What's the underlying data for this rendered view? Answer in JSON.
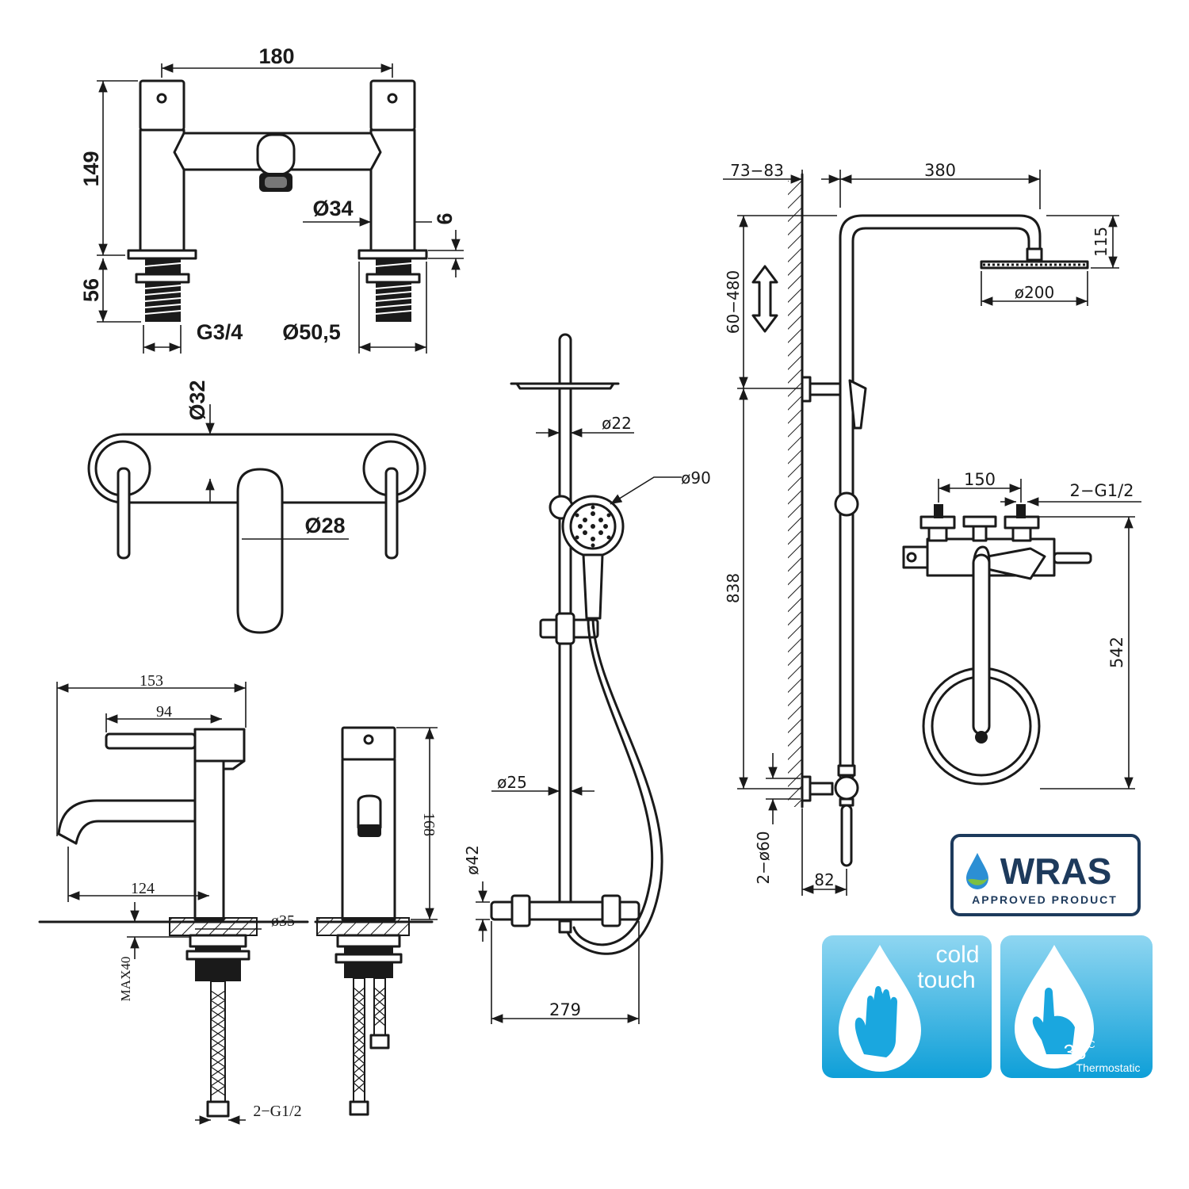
{
  "colors": {
    "line": "#1a1a1a",
    "wras_border": "#1d3a5c",
    "wras_text": "#1d3a5c",
    "badge_top": "#7fd0ef",
    "badge_bottom": "#0e9fd8",
    "badge_text": "#ffffff"
  },
  "icons": [
    "water-drop-icon",
    "hand-icon",
    "finger-touch-icon",
    "up-down-arrow-icon"
  ],
  "bath_mixer": {
    "width": "180",
    "height": "149",
    "spout_diameter": "Ø34",
    "flange_thickness": "6",
    "tail_length": "56",
    "thread": "G3/4",
    "flange_diameter": "Ø50,5",
    "handle_diameter": "Ø32",
    "spout_width": "Ø28"
  },
  "basin_mixer": {
    "depth": "153",
    "lever_length": "94",
    "spout_reach": "124",
    "height": "168",
    "base_diameter": "ø35",
    "max_deck": "MAX40",
    "connection": "2−G1/2"
  },
  "shower_front": {
    "rail_diameter": "ø22",
    "handset_diameter": "ø90",
    "riser_diameter": "ø25",
    "valve_diameter": "ø42",
    "valve_width": "279"
  },
  "shower_side": {
    "wall_offset": "73−83",
    "arm_reach": "380",
    "head_drop": "115",
    "head_diameter": "ø200",
    "height_adjust": "60−480",
    "rail_height": "838",
    "wall_connection": "2−ø60",
    "valve_depth": "82"
  },
  "valve_detail": {
    "centres": "150",
    "connection": "2−G1/2",
    "height": "542"
  },
  "badges": {
    "wras_title": "WRAS",
    "wras_subtitle": "APPROVED PRODUCT",
    "cold_touch_line1": "cold",
    "cold_touch_line2": "touch",
    "thermo_temp": "38",
    "thermo_unit": "C",
    "thermo_label": "Thermostatic"
  }
}
